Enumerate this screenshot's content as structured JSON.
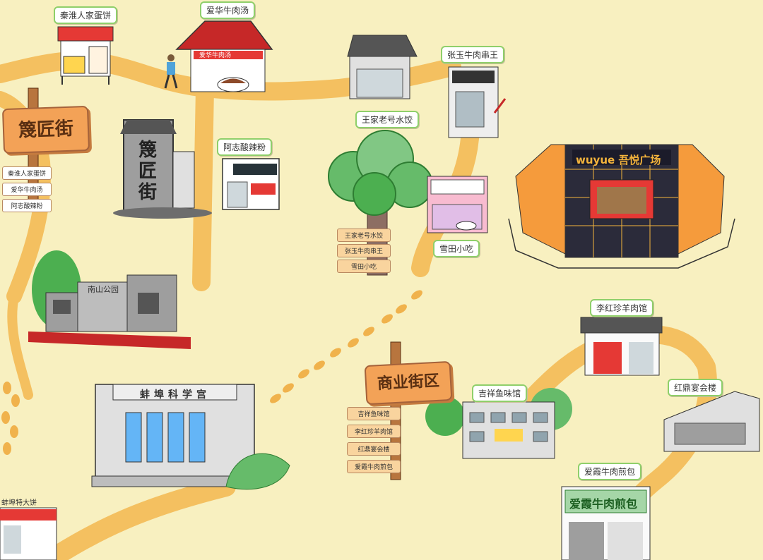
{
  "colors": {
    "background": "#f8f0c0",
    "path": "#f4c060",
    "label_border": "#8fcf6a",
    "sign": "#f3a257"
  },
  "shops": {
    "qinhuai": "秦淮人家蛋饼",
    "aihua": "爱华牛肉汤",
    "wangjia": "王家老号水饺",
    "zhangyu": "张玉牛肉串王",
    "azhi": "阿志酸辣粉",
    "xuetian": "雪田小吃",
    "lihongzhen": "李红珍羊肉馆",
    "hongding": "红鼎宴会楼",
    "jixiang": "吉祥鱼味馆",
    "aixia": "爱霞牛肉煎包"
  },
  "streets": {
    "west_sign": "篾匠街",
    "west_items": [
      "秦淮人家蛋饼",
      "爱华牛肉汤",
      "阿志酸辣粉"
    ],
    "center_items": [
      "王家老号水饺",
      "张玉牛肉串王",
      "雪田小吃"
    ],
    "south_sign": "商业街区",
    "south_items": [
      "吉祥鱼味馆",
      "李红珍羊肉馆",
      "红鼎宴会楼",
      "爱霞牛肉煎包"
    ]
  },
  "buildings": {
    "wuyue": "wuyue 吾悦广场",
    "science": "蚌埠科学宫",
    "mjj_stone": "篾匠街",
    "park_gate": "南山公园",
    "aihua_shop_sign": "爱华牛肉汤",
    "aixia_shop_sign": "爱霞牛肉煎包",
    "bottom_left_label": "蚌埠特大饼"
  },
  "icons": {
    "tree": "tree-icon",
    "footprints": "footprint-icon",
    "person": "person-icon"
  }
}
